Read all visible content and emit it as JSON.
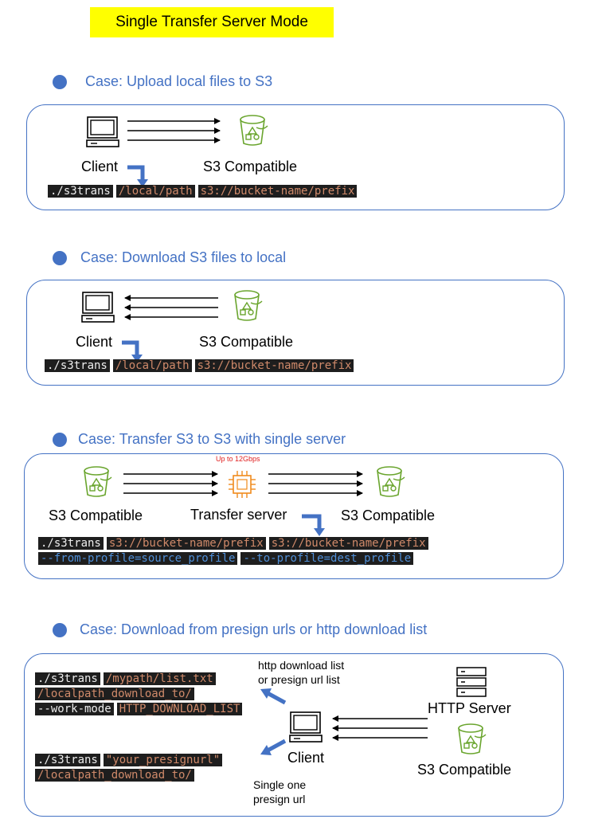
{
  "title": "Single Transfer Server Mode",
  "labels": {
    "client": "Client",
    "s3_compatible": "S3 Compatible",
    "transfer_server": "Transfer server",
    "http_server": "HTTP Server",
    "bandwidth": "Up to 12Gbps",
    "http_list_line1": "http download list",
    "http_list_line2": "or presign url list",
    "single_line1": "Single one",
    "single_line2": "presign url"
  },
  "cases": [
    {
      "title": "Case: Upload local files to S3",
      "command": {
        "exe": "./s3trans",
        "args": [
          "/local/path",
          "s3://bucket-name/prefix"
        ]
      }
    },
    {
      "title": "Case: Download S3 files to local",
      "command": {
        "exe": "./s3trans",
        "args": [
          "/local/path",
          "s3://bucket-name/prefix"
        ]
      }
    },
    {
      "title": "Case: Transfer S3 to S3 with single server",
      "command": {
        "exe": "./s3trans",
        "args": [
          "s3://bucket-name/prefix",
          "s3://bucket-name/prefix"
        ],
        "options": [
          "--from-profile=source_profile",
          "--to-profile=dest_profile"
        ]
      }
    },
    {
      "title": "Case: Download from presign urls or http download list",
      "command_list": {
        "exe": "./s3trans",
        "args": [
          "/mypath/list.txt",
          "/localpath_download_to/"
        ],
        "flag": "--work-mode",
        "flag_value": "HTTP_DOWNLOAD_LIST"
      },
      "command_single": {
        "exe": "./s3trans",
        "args": [
          "\"your_presignurl\"",
          "/localpath_download_to/"
        ]
      }
    }
  ],
  "colors": {
    "accent": "#4472c4",
    "title_bg": "#ffff00",
    "bucket": "#6aa52e",
    "chip": "#f08a1c",
    "terminal_bg": "#1e1e1e",
    "terminal_path": "#d08a6a",
    "terminal_option": "#4f8fd8",
    "bandwidth": "#e02020"
  }
}
